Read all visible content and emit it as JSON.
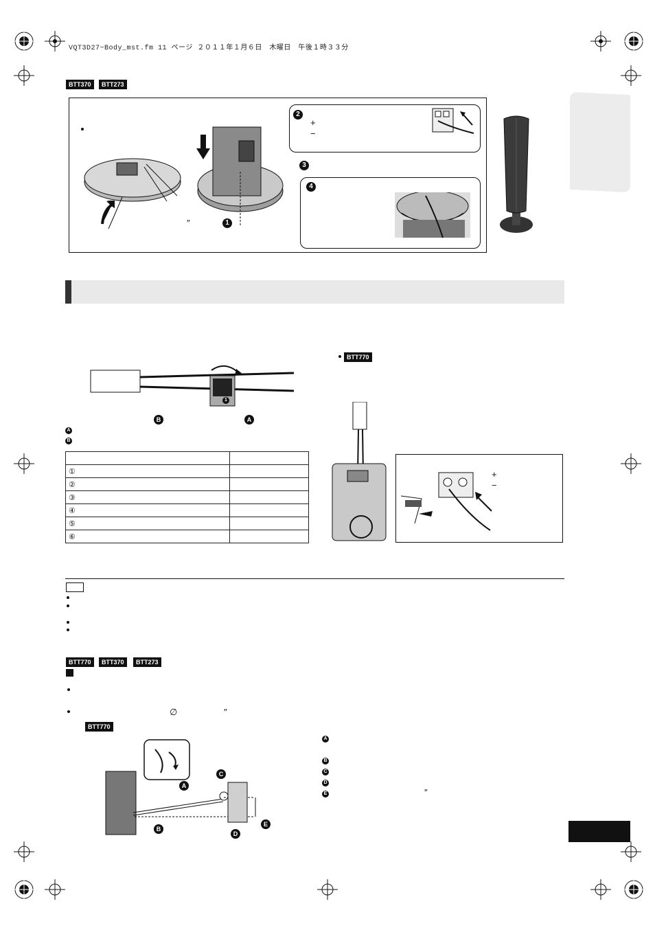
{
  "header": {
    "file_info": "VQT3D27~Body_mst.fm  11 ページ  ２０１１年１月６日　木曜日　午後１時３３分"
  },
  "badges": {
    "top": [
      "BTT370",
      "BTT273"
    ],
    "middle": "BTT770",
    "lower": [
      "BTT770",
      "BTT370",
      "BTT273"
    ],
    "lower_figure": "BTT770"
  },
  "assembly": {
    "steps": [
      "2",
      "3",
      "4",
      "1"
    ],
    "plus": "+",
    "minus": "−"
  },
  "cable": {
    "tag_number": "1",
    "labels": [
      "A",
      "B"
    ],
    "rows": [
      "①",
      "②",
      "③",
      "④",
      "⑤",
      "⑥"
    ]
  },
  "terminal": {
    "plus": "+",
    "minus": "−"
  },
  "wall": {
    "labels": [
      "A",
      "B",
      "C",
      "D",
      "E"
    ],
    "diameter_symbol": "∅",
    "inch_mark": "″"
  },
  "marks": {
    "inch_top": "″",
    "inch_wall_list": "″"
  },
  "colors": {
    "ink": "#111111",
    "section_bar": "#e9e9e9",
    "side_tab": "#ececec"
  }
}
